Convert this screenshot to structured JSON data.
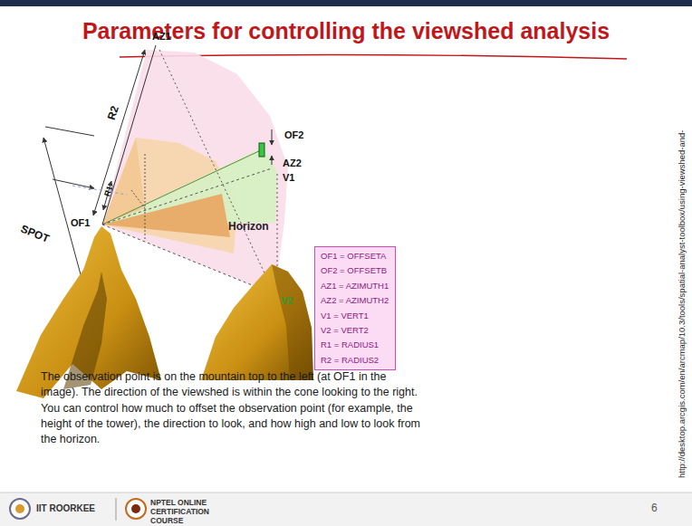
{
  "diagram": {
    "title": "Parameters for controlling the viewshed analysis",
    "caption": "The observation point is on the mountain top to the left (at OF1 in the image). The direction of the viewshed is within the cone looking to the right. You can control how much to offset the observation point (for example, the height of the tower), the direction to look, and how high and low to look from the horizon.",
    "nodes": [
      {
        "text": [
          "OF1 = OFFSETA",
          "OF2 = OFFSETB",
          "AZ1 = AZIMUTH1",
          "AZ2 = AZIMUTH2",
          "V1 = VERT1",
          "V2 = VERT2",
          "R1 = RADIUS1",
          "R2 = RADIUS2"
        ]
      }
    ],
    "labels": [
      "AZ1",
      "R2",
      "SPOT",
      "OF1",
      "R1",
      "OF2",
      "AZ2",
      "V1",
      "Horizon",
      "V2",
      "http://desktop.arcgis.com/en/arcmap/10.3/tools/spatial-analyst-toolbox/using-viewshed-and-",
      "IIT ROORKEE",
      "NPTEL ONLINE CERTIFICATION COURSE",
      "6"
    ]
  }
}
